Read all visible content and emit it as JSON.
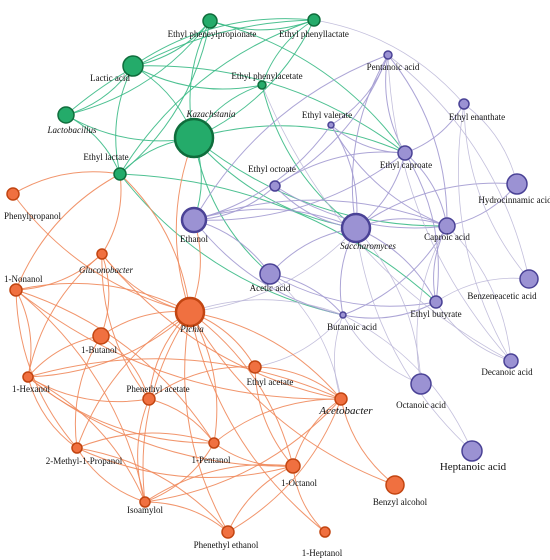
{
  "colors": {
    "green": "#24ab6a",
    "green_stroke": "#0f6d3c",
    "purple": "#9b92d3",
    "purple_stroke": "#4a4296",
    "orange": "#f07040",
    "orange_stroke": "#c24511",
    "green_edge": "#3bba86",
    "purple_edge": "#a39bd2",
    "orange_edge": "#f08a5c",
    "gray_edge": "#b9b4d6"
  },
  "nodes": [
    {
      "id": "ethyl_pheneylpropionate",
      "label": "Ethyl pheneylpropionate",
      "group": "green"
    },
    {
      "id": "ethyl_phenyllactate",
      "label": "Ethyl phenyllactate",
      "group": "green"
    },
    {
      "id": "lactic_acid",
      "label": "Lactic acid",
      "group": "green"
    },
    {
      "id": "ethyl_phenylacetate",
      "label": "Ethyl phenylacetate",
      "group": "green"
    },
    {
      "id": "lactobacillus",
      "label": "Lactobacillus",
      "group": "green",
      "italic": true
    },
    {
      "id": "kazachstania",
      "label": "Kazachstania",
      "group": "green",
      "italic": true
    },
    {
      "id": "ethyl_lactate",
      "label": "Ethyl lactate",
      "group": "green"
    },
    {
      "id": "pentanoic_acid",
      "label": "Pentanoic acid",
      "group": "purple"
    },
    {
      "id": "ethyl_enanthate",
      "label": "Ethyl enanthate",
      "group": "purple"
    },
    {
      "id": "ethyl_valerate",
      "label": "Ethyl valerate",
      "group": "purple"
    },
    {
      "id": "ethyl_caproate",
      "label": "Ethyl caproate",
      "group": "purple"
    },
    {
      "id": "ethyl_octoate",
      "label": "Ethyl octoate",
      "group": "purple"
    },
    {
      "id": "hydrocinnamic_acid",
      "label": "Hydrocinnamic acid",
      "group": "purple"
    },
    {
      "id": "ethanol",
      "label": "Ethanol",
      "group": "purple"
    },
    {
      "id": "saccharomyces",
      "label": "Saccharomyces",
      "group": "purple",
      "italic": true
    },
    {
      "id": "caproic_acid",
      "label": "Caproic acid",
      "group": "purple"
    },
    {
      "id": "acetic_acid",
      "label": "Acetic acid",
      "group": "purple"
    },
    {
      "id": "benzeneacetic_acid",
      "label": "Benzeneacetic acid",
      "group": "purple"
    },
    {
      "id": "ethyl_butyrate",
      "label": "Ethyl butyrate",
      "group": "purple"
    },
    {
      "id": "butanoic_acid",
      "label": "Butanoic acid",
      "group": "purple"
    },
    {
      "id": "decanoic_acid",
      "label": "Decanoic acid",
      "group": "purple"
    },
    {
      "id": "octanoic_acid",
      "label": "Octanoic acid",
      "group": "purple"
    },
    {
      "id": "heptanoic_acid",
      "label": "Heptanoic acid",
      "group": "purple"
    },
    {
      "id": "phenylpropanol",
      "label": "Phenylpropanol",
      "group": "orange"
    },
    {
      "id": "gluconobacter",
      "label": "Gluconobacter",
      "group": "orange",
      "italic": true
    },
    {
      "id": "nonanol",
      "label": "1-Nonanol",
      "group": "orange"
    },
    {
      "id": "pichia",
      "label": "Pichia",
      "group": "orange",
      "italic": true
    },
    {
      "id": "butanol",
      "label": "1-Butanol",
      "group": "orange"
    },
    {
      "id": "hexanol",
      "label": "1-Hexanol",
      "group": "orange"
    },
    {
      "id": "phenethyl_acetate",
      "label": "Phenethyl acetate",
      "group": "orange"
    },
    {
      "id": "ethyl_acetate",
      "label": "Ethyl acetate",
      "group": "orange"
    },
    {
      "id": "acetobacter",
      "label": "Acetobacter",
      "group": "orange",
      "italic": true
    },
    {
      "id": "methyl_propanol",
      "label": "2-Methyl-1-Propanol",
      "group": "orange"
    },
    {
      "id": "pentanol",
      "label": "1-Pentanol",
      "group": "orange"
    },
    {
      "id": "octanol",
      "label": "1-Octanol",
      "group": "orange"
    },
    {
      "id": "isoamylol",
      "label": "Isoamylol",
      "group": "orange"
    },
    {
      "id": "benzyl_alcohol",
      "label": "Benzyl alcohol",
      "group": "orange"
    },
    {
      "id": "phenethyl_ethanol",
      "label": "Phenethyl ethanol",
      "group": "orange"
    },
    {
      "id": "heptanol",
      "label": "1-Heptanol",
      "group": "orange"
    }
  ],
  "edges": [
    [
      "kazachstania",
      "lactic_acid",
      "green"
    ],
    [
      "kazachstania",
      "lactobacillus",
      "green"
    ],
    [
      "kazachstania",
      "ethyl_lactate",
      "green"
    ],
    [
      "kazachstania",
      "ethyl_pheneylpropionate",
      "green"
    ],
    [
      "kazachstania",
      "ethyl_phenyllactate",
      "green"
    ],
    [
      "kazachstania",
      "ethyl_phenylacetate",
      "green"
    ],
    [
      "lactic_acid",
      "ethyl_pheneylpropionate",
      "green"
    ],
    [
      "lactic_acid",
      "ethyl_phenyllactate",
      "green"
    ],
    [
      "lactic_acid",
      "ethyl_phenylacetate",
      "green"
    ],
    [
      "lactic_acid",
      "lactobacillus",
      "green"
    ],
    [
      "lactic_acid",
      "ethyl_lactate",
      "green"
    ],
    [
      "lactobacillus",
      "ethyl_lactate",
      "green"
    ],
    [
      "lactobacillus",
      "ethyl_pheneylpropionate",
      "green"
    ],
    [
      "lactobacillus",
      "ethyl_phenyllactate",
      "green"
    ],
    [
      "ethyl_lactate",
      "ethyl_pheneylpropionate",
      "green"
    ],
    [
      "ethyl_lactate",
      "ethyl_phenyllactate",
      "green"
    ],
    [
      "ethyl_pheneylpropionate",
      "ethyl_phenyllactate",
      "green"
    ],
    [
      "ethyl_phenylacetate",
      "ethyl_phenyllactate",
      "green"
    ],
    [
      "kazachstania",
      "saccharomyces",
      "green"
    ],
    [
      "kazachstania",
      "ethanol",
      "green"
    ],
    [
      "kazachstania",
      "caproic_acid",
      "green"
    ],
    [
      "kazachstania",
      "ethyl_caproate",
      "green"
    ],
    [
      "kazachstania",
      "acetic_acid",
      "green"
    ],
    [
      "ethyl_lactate",
      "ethyl_butyrate",
      "green"
    ],
    [
      "ethyl_lactate",
      "butanoic_acid",
      "green"
    ],
    [
      "lactic_acid",
      "ethyl_caproate",
      "green"
    ],
    [
      "ethyl_phenylacetate",
      "saccharomyces",
      "green"
    ],
    [
      "ethyl_pheneylpropionate",
      "ethyl_caproate",
      "green"
    ],
    [
      "saccharomyces",
      "ethanol",
      "purple"
    ],
    [
      "saccharomyces",
      "caproic_acid",
      "purple"
    ],
    [
      "saccharomyces",
      "ethyl_caproate",
      "purple"
    ],
    [
      "saccharomyces",
      "ethyl_octoate",
      "purple"
    ],
    [
      "saccharomyces",
      "ethyl_valerate",
      "purple"
    ],
    [
      "saccharomyces",
      "pentanoic_acid",
      "purple"
    ],
    [
      "saccharomyces",
      "acetic_acid",
      "purple"
    ],
    [
      "saccharomyces",
      "ethyl_butyrate",
      "purple"
    ],
    [
      "saccharomyces",
      "butanoic_acid",
      "purple"
    ],
    [
      "saccharomyces",
      "hydrocinnamic_acid",
      "purple"
    ],
    [
      "ethanol",
      "ethyl_caproate",
      "purple"
    ],
    [
      "ethanol",
      "caproic_acid",
      "purple"
    ],
    [
      "ethanol",
      "ethyl_octoate",
      "purple"
    ],
    [
      "ethanol",
      "acetic_acid",
      "purple"
    ],
    [
      "ethanol",
      "butanoic_acid",
      "purple"
    ],
    [
      "pentanoic_acid",
      "ethyl_valerate",
      "purple"
    ],
    [
      "pentanoic_acid",
      "ethyl_caproate",
      "purple"
    ],
    [
      "pentanoic_acid",
      "ethyl_octoate",
      "purple"
    ],
    [
      "pentanoic_acid",
      "ethanol",
      "purple"
    ],
    [
      "pentanoic_acid",
      "caproic_acid",
      "purple"
    ],
    [
      "ethyl_valerate",
      "ethyl_caproate",
      "purple"
    ],
    [
      "ethyl_valerate",
      "ethanol",
      "purple"
    ],
    [
      "ethyl_valerate",
      "caproic_acid",
      "purple"
    ],
    [
      "ethyl_caproate",
      "caproic_acid",
      "purple"
    ],
    [
      "ethyl_caproate",
      "ethyl_enanthate",
      "purple"
    ],
    [
      "ethyl_caproate",
      "ethyl_butyrate",
      "purple"
    ],
    [
      "caproic_acid",
      "ethyl_butyrate",
      "purple"
    ],
    [
      "caproic_acid",
      "butanoic_acid",
      "purple"
    ],
    [
      "caproic_acid",
      "hydrocinnamic_acid",
      "purple"
    ],
    [
      "acetic_acid",
      "butanoic_acid",
      "purple"
    ],
    [
      "acetic_acid",
      "ethyl_butyrate",
      "purple"
    ],
    [
      "ethyl_butyrate",
      "butanoic_acid",
      "purple"
    ],
    [
      "ethyl_octoate",
      "caproic_acid",
      "purple"
    ],
    [
      "ethyl_octoate",
      "ethyl_caproate",
      "purple"
    ],
    [
      "pentanoic_acid",
      "decanoic_acid",
      "gray"
    ],
    [
      "pentanoic_acid",
      "benzeneacetic_acid",
      "gray"
    ],
    [
      "ethyl_enanthate",
      "decanoic_acid",
      "gray"
    ],
    [
      "ethyl_enanthate",
      "hydrocinnamic_acid",
      "gray"
    ],
    [
      "ethyl_enanthate",
      "benzeneacetic_acid",
      "gray"
    ],
    [
      "caproic_acid",
      "decanoic_acid",
      "gray"
    ],
    [
      "caproic_acid",
      "octanoic_acid",
      "gray"
    ],
    [
      "saccharomyces",
      "octanoic_acid",
      "gray"
    ],
    [
      "saccharomyces",
      "heptanoic_acid",
      "gray"
    ],
    [
      "butanoic_acid",
      "heptanoic_acid",
      "gray"
    ],
    [
      "ethyl_butyrate",
      "decanoic_acid",
      "gray"
    ],
    [
      "ethyl_butyrate",
      "benzeneacetic_acid",
      "gray"
    ],
    [
      "butanoic_acid",
      "octanoic_acid",
      "gray"
    ],
    [
      "pichia",
      "butanoic_acid",
      "gray"
    ],
    [
      "pichia",
      "saccharomyces",
      "gray"
    ],
    [
      "acetic_acid",
      "acetobacter",
      "gray"
    ],
    [
      "ethyl_phenylacetate",
      "decanoic_acid",
      "gray"
    ],
    [
      "ethyl_phenyllactate",
      "ethyl_enanthate",
      "gray"
    ],
    [
      "ethyl_acetate",
      "butanoic_acid",
      "gray"
    ],
    [
      "acetobacter",
      "butanoic_acid",
      "gray"
    ],
    [
      "pichia",
      "ethanol",
      "orange"
    ],
    [
      "pichia",
      "kazachstania",
      "orange"
    ],
    [
      "pichia",
      "butanol",
      "orange"
    ],
    [
      "pichia",
      "hexanol",
      "orange"
    ],
    [
      "pichia",
      "nonanol",
      "orange"
    ],
    [
      "pichia",
      "gluconobacter",
      "orange"
    ],
    [
      "pichia",
      "phenethyl_acetate",
      "orange"
    ],
    [
      "pichia",
      "ethyl_acetate",
      "orange"
    ],
    [
      "pichia",
      "methyl_propanol",
      "orange"
    ],
    [
      "pichia",
      "pentanol",
      "orange"
    ],
    [
      "pichia",
      "isoamylol",
      "orange"
    ],
    [
      "pichia",
      "octanol",
      "orange"
    ],
    [
      "pichia",
      "phenethyl_ethanol",
      "orange"
    ],
    [
      "pichia",
      "acetobacter",
      "orange"
    ],
    [
      "pichia",
      "heptanol",
      "orange"
    ],
    [
      "pichia",
      "phenylpropanol",
      "orange"
    ],
    [
      "pichia",
      "benzyl_alcohol",
      "orange"
    ],
    [
      "ethyl_lactate",
      "pichia",
      "orange"
    ],
    [
      "ethyl_lactate",
      "phenylpropanol",
      "orange"
    ],
    [
      "ethyl_lactate",
      "gluconobacter",
      "orange"
    ],
    [
      "ethyl_lactate",
      "nonanol",
      "orange"
    ],
    [
      "gluconobacter",
      "nonanol",
      "orange"
    ],
    [
      "gluconobacter",
      "hexanol",
      "orange"
    ],
    [
      "gluconobacter",
      "butanol",
      "orange"
    ],
    [
      "gluconobacter",
      "acetobacter",
      "orange"
    ],
    [
      "nonanol",
      "hexanol",
      "orange"
    ],
    [
      "nonanol",
      "methyl_propanol",
      "orange"
    ],
    [
      "nonanol",
      "isoamylol",
      "orange"
    ],
    [
      "nonanol",
      "acetobacter",
      "orange"
    ],
    [
      "hexanol",
      "butanol",
      "orange"
    ],
    [
      "hexanol",
      "methyl_propanol",
      "orange"
    ],
    [
      "hexanol",
      "isoamylol",
      "orange"
    ],
    [
      "hexanol",
      "phenethyl_acetate",
      "orange"
    ],
    [
      "hexanol",
      "acetobacter",
      "orange"
    ],
    [
      "hexanol",
      "pentanol",
      "orange"
    ],
    [
      "butanol",
      "phenethyl_acetate",
      "orange"
    ],
    [
      "butanol",
      "methyl_propanol",
      "orange"
    ],
    [
      "phenethyl_acetate",
      "pentanol",
      "orange"
    ],
    [
      "phenethyl_acetate",
      "isoamylol",
      "orange"
    ],
    [
      "phenethyl_acetate",
      "ethyl_acetate",
      "orange"
    ],
    [
      "methyl_propanol",
      "isoamylol",
      "orange"
    ],
    [
      "methyl_propanol",
      "pentanol",
      "orange"
    ],
    [
      "methyl_propanol",
      "octanol",
      "orange"
    ],
    [
      "pentanol",
      "isoamylol",
      "orange"
    ],
    [
      "pentanol",
      "octanol",
      "orange"
    ],
    [
      "pentanol",
      "acetobacter",
      "orange"
    ],
    [
      "octanol",
      "isoamylol",
      "orange"
    ],
    [
      "octanol",
      "acetobacter",
      "orange"
    ],
    [
      "octanol",
      "phenethyl_ethanol",
      "orange"
    ],
    [
      "isoamylol",
      "phenethyl_ethanol",
      "orange"
    ],
    [
      "isoamylol",
      "acetobacter",
      "orange"
    ],
    [
      "ethyl_acetate",
      "acetobacter",
      "orange"
    ],
    [
      "ethyl_acetate",
      "octanol",
      "orange"
    ],
    [
      "heptanol",
      "octanol",
      "orange"
    ],
    [
      "phenethyl_ethanol",
      "acetobacter",
      "orange"
    ],
    [
      "benzyl_alcohol",
      "acetobacter",
      "orange"
    ],
    [
      "hexanol",
      "octanol",
      "orange"
    ],
    [
      "nonanol",
      "pentanol",
      "orange"
    ],
    [
      "gluconobacter",
      "phenethyl_acetate",
      "orange"
    ],
    [
      "methyl_propanol",
      "phenethyl_ethanol",
      "orange"
    ]
  ]
}
